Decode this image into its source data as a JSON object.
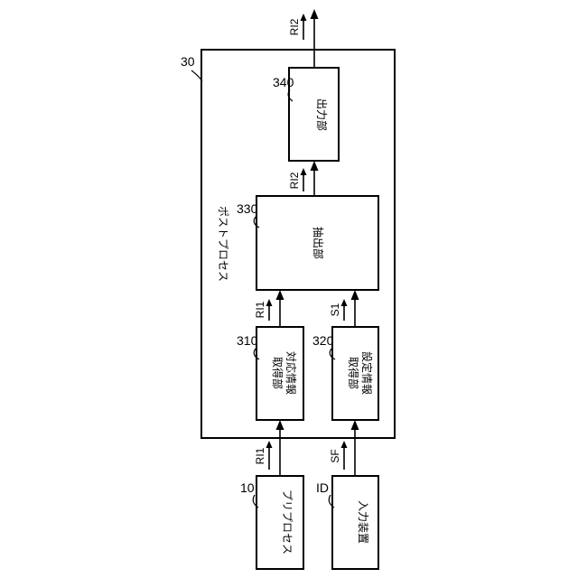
{
  "diagram": {
    "post_process": {
      "ref": "30",
      "title": "ポストプロセス"
    },
    "blocks": {
      "pre_process": {
        "ref": "10",
        "label": "プリプロセス"
      },
      "input_device": {
        "ref": "ID",
        "label": "入力装置"
      },
      "correspondence": {
        "ref": "310",
        "line1": "対応情報",
        "line2": "取得部"
      },
      "setting": {
        "ref": "320",
        "line1": "設定情報",
        "line2": "取得部"
      },
      "extraction": {
        "ref": "330",
        "label": "抽出部"
      },
      "output": {
        "ref": "340",
        "label": "出力部"
      }
    },
    "signals": {
      "ri1_in": "RI1",
      "sf_in": "SF",
      "ri1_mid": "RI1",
      "s1_mid": "S1",
      "ri2_mid": "RI2",
      "ri2_out": "RI2"
    }
  }
}
